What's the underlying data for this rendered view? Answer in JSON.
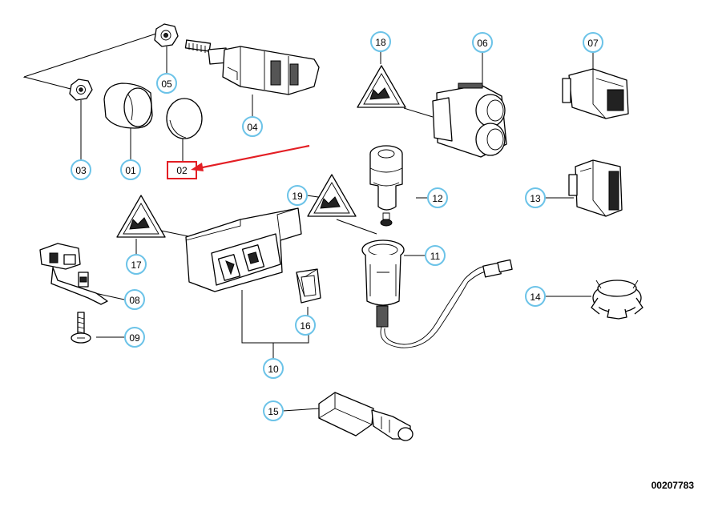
{
  "drawing_number": "00207783",
  "callouts": [
    {
      "id": "01"
    },
    {
      "id": "02"
    },
    {
      "id": "03"
    },
    {
      "id": "04"
    },
    {
      "id": "05"
    },
    {
      "id": "06"
    },
    {
      "id": "07"
    },
    {
      "id": "08"
    },
    {
      "id": "09"
    },
    {
      "id": "10"
    },
    {
      "id": "11"
    },
    {
      "id": "12"
    },
    {
      "id": "13"
    },
    {
      "id": "14"
    },
    {
      "id": "15"
    },
    {
      "id": "16"
    },
    {
      "id": "17"
    },
    {
      "id": "18"
    },
    {
      "id": "19"
    }
  ],
  "highlighted_callout": "02",
  "colors": {
    "callout_ring": "#6cc3e8",
    "highlight": "#e31e24",
    "line": "#000000",
    "background": "#ffffff"
  }
}
